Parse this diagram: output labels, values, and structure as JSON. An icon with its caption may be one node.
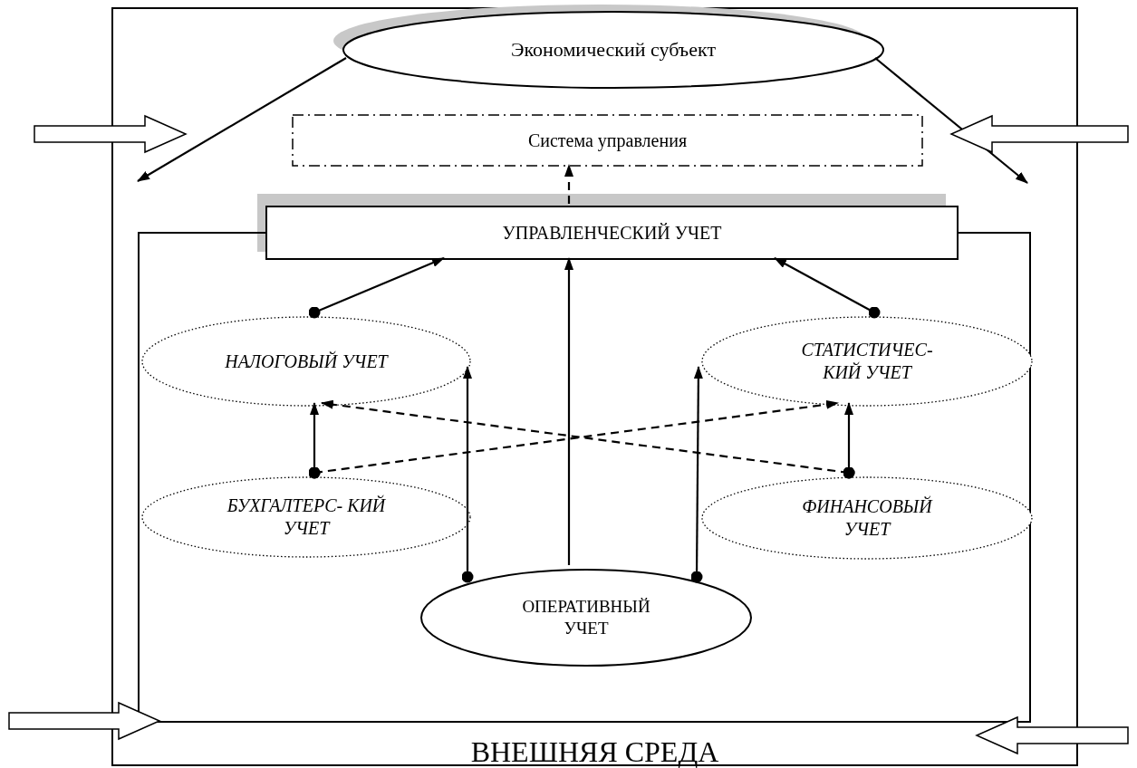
{
  "diagram": {
    "nodes": [
      {
        "text": [
          "ВНЕШНЯЯ СРЕДА"
        ]
      },
      {
        "text": [
          "Экономический субъект"
        ],
        "in": 0
      },
      {
        "text": [
          "Система управления"
        ],
        "in": 0
      },
      {
        "text": [
          "УПРАВЛЕНЧЕСКИЙ УЧЕТ"
        ],
        "in": 0
      },
      {
        "text": [],
        "shape": "box",
        "in": 0
      },
      {
        "text": [
          "НАЛОГОВЫЙ УЧЕТ"
        ],
        "in": 4
      },
      {
        "text": [
          "СТАТИСТИЧЕС- КИЙ УЧЕТ"
        ],
        "in": 4
      },
      {
        "text": [
          "БУХГАЛТЕРС- КИЙ УЧЕТ"
        ],
        "in": 4
      },
      {
        "text": [
          "ФИНАНСОВЫЙ УЧЕТ"
        ],
        "in": 4
      },
      {
        "text": [
          "ОПЕРАТИВНЫЙ УЧЕТ"
        ],
        "in": 4
      }
    ],
    "edges": [
      {
        "from": 1,
        "to": null,
        "arrow": "to"
      },
      {
        "from": 1,
        "to": null,
        "arrow": "to"
      },
      {
        "from": 3,
        "to": 2,
        "arrow": "to",
        "style": "dashed"
      },
      {
        "from": 5,
        "to": 3,
        "arrow": "to"
      },
      {
        "from": 6,
        "to": 3,
        "arrow": "to"
      },
      {
        "from": 9,
        "to": 3,
        "arrow": "to"
      },
      {
        "from": 9,
        "to": 5,
        "arrow": "to"
      },
      {
        "from": 9,
        "to": 6,
        "arrow": "to"
      },
      {
        "from": 7,
        "to": 5,
        "arrow": "to"
      },
      {
        "from": 8,
        "to": 6,
        "arrow": "to"
      },
      {
        "from": 7,
        "to": 6,
        "arrow": "to",
        "style": "dashed"
      },
      {
        "from": 8,
        "to": 5,
        "arrow": "to",
        "style": "dashed"
      },
      {
        "from": null,
        "to": 4,
        "arrow": "to",
        "style": "thick"
      }
    ]
  }
}
